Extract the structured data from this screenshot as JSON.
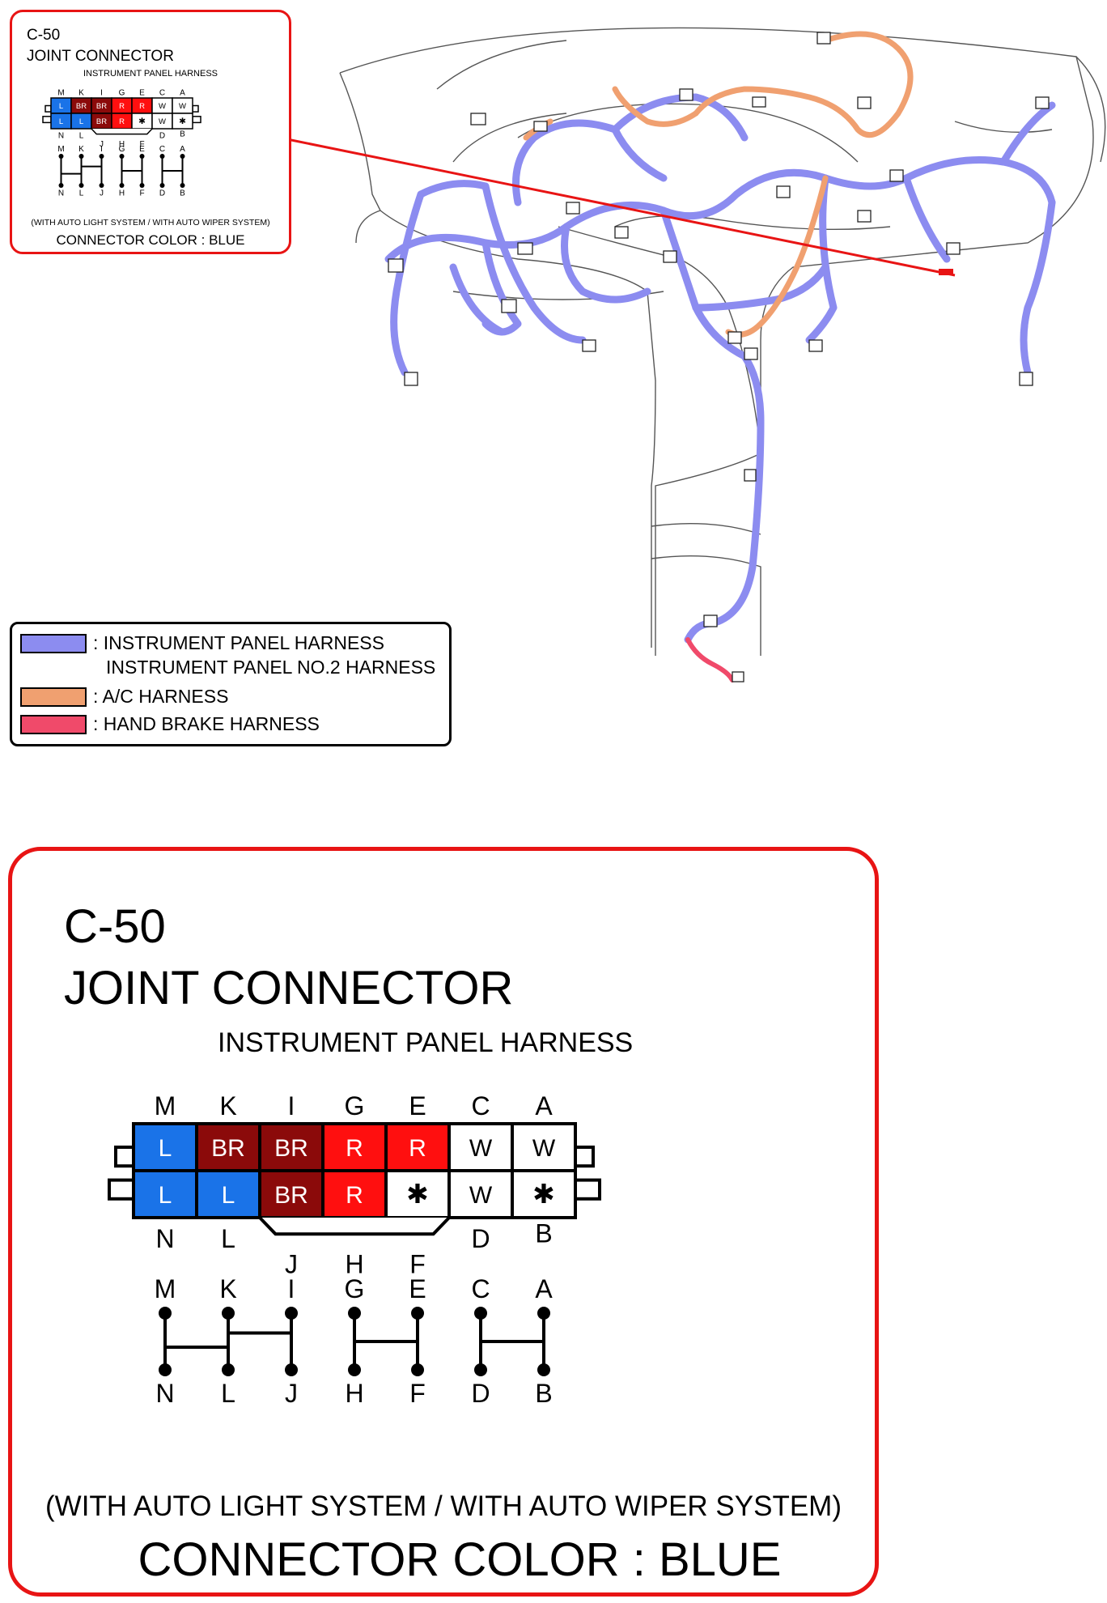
{
  "small_box": {
    "id": "C-50",
    "title": "JOINT CONNECTOR",
    "harness": "INSTRUMENT PANEL HARNESS",
    "note": "(WITH AUTO LIGHT SYSTEM / WITH AUTO WIPER SYSTEM)",
    "color": "CONNECTOR COLOR : BLUE"
  },
  "big_box": {
    "id": "C-50",
    "title": "JOINT CONNECTOR",
    "harness": "INSTRUMENT PANEL HARNESS",
    "note": "(WITH AUTO LIGHT SYSTEM / WITH AUTO WIPER SYSTEM)",
    "color": "CONNECTOR COLOR : BLUE"
  },
  "connector": {
    "top_pins": [
      "M",
      "K",
      "I",
      "G",
      "E",
      "C",
      "A"
    ],
    "bottom_pins": [
      "N",
      "L",
      "J",
      "H",
      "F",
      "D",
      "B"
    ],
    "top_row": [
      {
        "label": "L",
        "fill": "#1a73e8"
      },
      {
        "label": "BR",
        "fill": "#8b0a0a"
      },
      {
        "label": "BR",
        "fill": "#8b0a0a"
      },
      {
        "label": "R",
        "fill": "#ff0f0f"
      },
      {
        "label": "R",
        "fill": "#ff0f0f"
      },
      {
        "label": "W",
        "fill": "#ffffff"
      },
      {
        "label": "W",
        "fill": "#ffffff"
      }
    ],
    "bottom_row": [
      {
        "label": "L",
        "fill": "#1a73e8"
      },
      {
        "label": "L",
        "fill": "#1a73e8"
      },
      {
        "label": "BR",
        "fill": "#8b0a0a"
      },
      {
        "label": "R",
        "fill": "#ff0f0f"
      },
      {
        "label": "✱",
        "fill": "#ffffff"
      },
      {
        "label": "W",
        "fill": "#ffffff"
      },
      {
        "label": "✱",
        "fill": "#ffffff"
      }
    ]
  },
  "circuit": {
    "top": [
      "M",
      "K",
      "I",
      "G",
      "E",
      "C",
      "A"
    ],
    "bottom": [
      "N",
      "L",
      "J",
      "H",
      "F",
      "D",
      "B"
    ]
  },
  "legend": {
    "items": [
      {
        "color": "#8c8cf0",
        "text": ": INSTRUMENT PANEL HARNESS",
        "text2": "INSTRUMENT PANEL NO.2 HARNESS"
      },
      {
        "color": "#f0a070",
        "text": ": A/C HARNESS",
        "text2": ""
      },
      {
        "color": "#f04a6a",
        "text": ": HAND BRAKE HARNESS",
        "text2": ""
      }
    ]
  },
  "colors": {
    "frame_red": "#e81414",
    "harness_blue": "#8c8cf0",
    "harness_orange": "#f0a070",
    "harness_pink": "#f04a6a"
  }
}
